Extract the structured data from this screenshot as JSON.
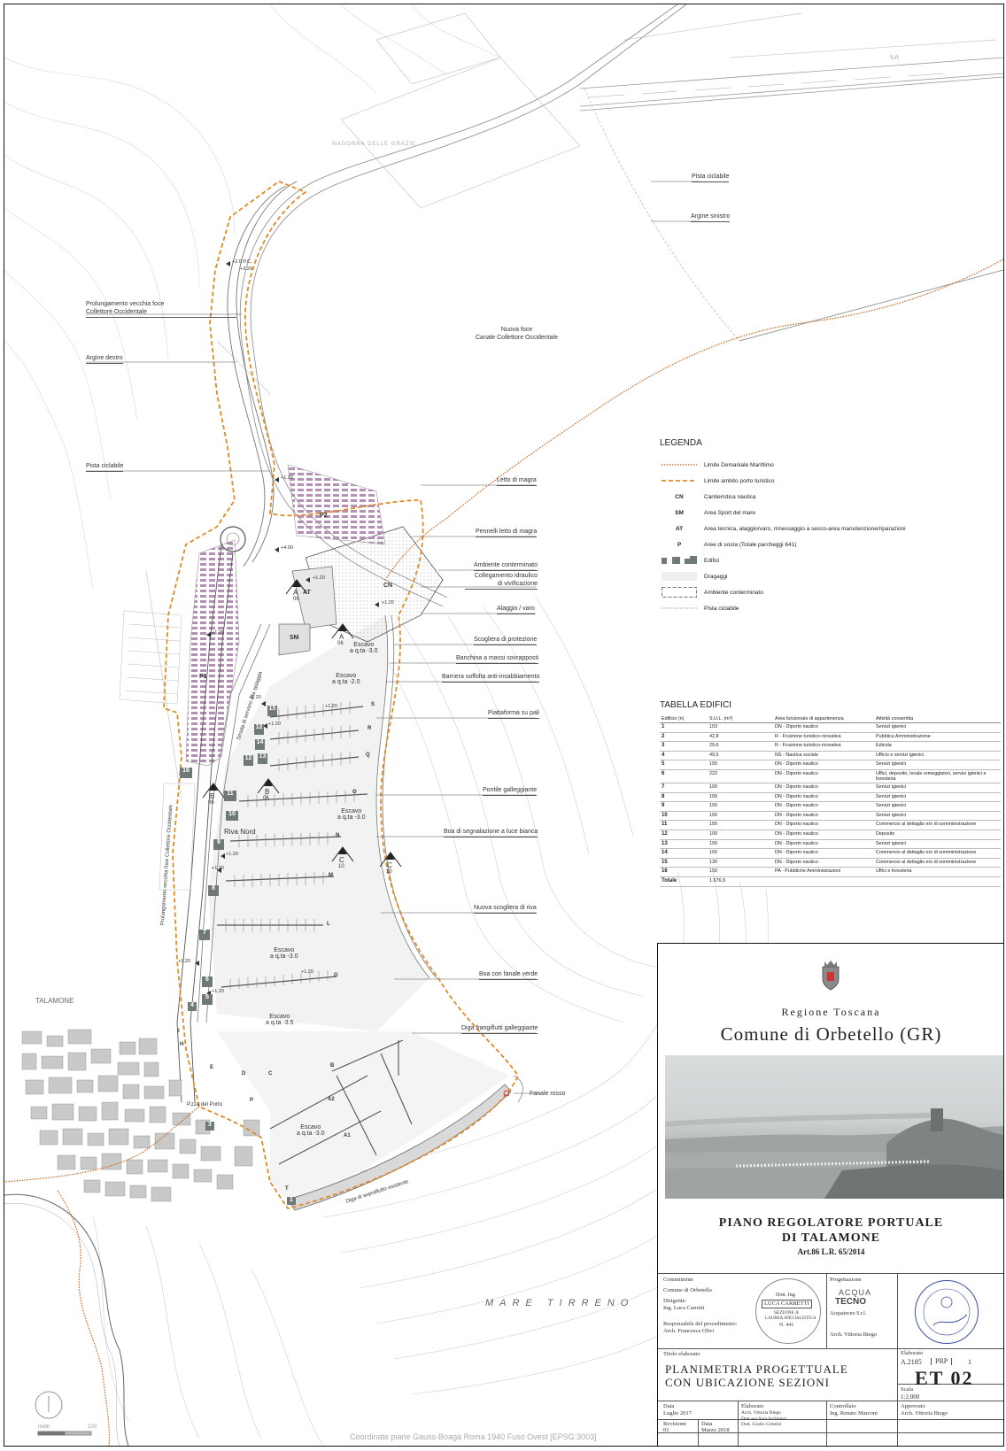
{
  "map": {
    "title": "Planimetria progettuale con ubicazione sezioni",
    "sea_label": "MARE TIRRENO",
    "place_label": "TALAMONE",
    "coordinates_note": "Coordinate piane Gauss-Boaga Roma 1940 Fuso Ovest [EPSG:3003]",
    "scale_bar": {
      "unit": "metri",
      "end": "100"
    },
    "road_labels": [
      "S.P.",
      "MADONNA DELLE GRAZIE",
      "P.zza del Porto",
      "Riva Nord",
      "Strada di servizio alla spiaggia",
      "Prolungamento vecchia foce Collettore Occidentale",
      "Diga di sopraflutto esistente"
    ],
    "left_callouts": [
      {
        "name": "prolungamento",
        "text": "Prolungamento vecchia foce\nCollettore Occidentale"
      },
      {
        "name": "argine-destro",
        "text": "Argine destro"
      },
      {
        "name": "pista-ciclabile-left",
        "text": "Pista ciclabile"
      }
    ],
    "top_callouts": [
      {
        "name": "pista-ciclabile-top",
        "text": "Pista ciclabile"
      },
      {
        "name": "argine-sinistro",
        "text": "Argine sinistro"
      },
      {
        "name": "nuova-foce",
        "text": "Nuova foce\nCanale Collettore Occidentale"
      }
    ],
    "right_callouts": [
      {
        "name": "letto-di-magra",
        "text": "Letto di magra"
      },
      {
        "name": "pennelli",
        "text": "Pennelli letto di magra"
      },
      {
        "name": "ambiente-contaminato",
        "text": "Ambiente conterminato"
      },
      {
        "name": "collegamento",
        "text": "Collegamento idraulico\ndi vivificazione"
      },
      {
        "name": "alaggio",
        "text": "Alaggio / varo"
      },
      {
        "name": "scogliera-protezione",
        "text": "Scogliera di protezione"
      },
      {
        "name": "banchina",
        "text": "Banchina a massi sovrapposti"
      },
      {
        "name": "barriera",
        "text": "Barriera soffolta anti-insabbiamento"
      },
      {
        "name": "piattaforma",
        "text": "Piattaforma su pali"
      },
      {
        "name": "pontile",
        "text": "Pontile galleggiante"
      },
      {
        "name": "boa-bianca",
        "text": "Boa di segnalazione a luce bianca"
      },
      {
        "name": "nuova-scogliera",
        "text": "Nuova scogliera di riva"
      },
      {
        "name": "boa-verde",
        "text": "Boa con fanale verde"
      },
      {
        "name": "diga-frangiflutti",
        "text": "Diga frangiflutti galleggiante"
      },
      {
        "name": "fanale-rosso",
        "text": "Fanale rosso"
      }
    ],
    "area_labels": [
      "P1",
      "P2",
      "AT",
      "SM",
      "CN"
    ],
    "escavo_labels": [
      "Escavo\na q.ta -2.0",
      "Escavo\na q.ta -3.0",
      "Escavo\na q.ta -3.0",
      "Escavo\na q.ta -3.0",
      "Escavo\na q.ta -3.5",
      "Escavo\na q.ta -3.0"
    ],
    "pontile_letters": [
      "S",
      "R",
      "Q",
      "O",
      "N",
      "M",
      "L",
      "G",
      "B",
      "A2",
      "A1",
      "C",
      "D",
      "E",
      "H",
      "I",
      "P",
      "T"
    ],
    "section_markers": [
      {
        "letter": "A",
        "sheet": "06"
      },
      {
        "letter": "A",
        "sheet": "06"
      },
      {
        "letter": "B",
        "sheet": "06"
      },
      {
        "letter": "B",
        "sheet": "06"
      },
      {
        "letter": "C",
        "sheet": "10"
      },
      {
        "letter": "C",
        "sheet": "10"
      }
    ],
    "elevations": [
      "+2.0 P.C.",
      "+3.20",
      "+1.20",
      "+4.00",
      "+1.20",
      "+1.20",
      "+1.75",
      "+1.20",
      "+1.20",
      "+1.20",
      "+1.20",
      "+1.20",
      "+1.20",
      "+1.20",
      "+1.20"
    ],
    "colors": {
      "limit_demaniale": "#c8641e",
      "limit_ambito": "#e38a28",
      "building": "#6f7a76",
      "parking": "#b48fb6",
      "dredge": "#f0f0f0"
    }
  },
  "legend": {
    "title": "LEGENDA",
    "items": [
      {
        "code": "",
        "label": "Limite Demaniale Marittimo"
      },
      {
        "code": "",
        "label": "Limite ambito porto turistico"
      },
      {
        "code": "CN",
        "label": "Cantieristica nautica"
      },
      {
        "code": "SM",
        "label": "Area Sport del mare"
      },
      {
        "code": "AT",
        "label": "Area tecnica, alaggio/varo, rimessaggio a secco-area manutenzione/riparazioni"
      },
      {
        "code": "P",
        "label": "Aree di sosta (Totale parcheggi 641)"
      },
      {
        "code": "",
        "label": "Edifici"
      },
      {
        "code": "",
        "label": "Dragaggi"
      },
      {
        "code": "",
        "label": "Ambiente conterminato"
      },
      {
        "code": "",
        "label": "Pista ciclabile"
      }
    ]
  },
  "table": {
    "title": "TABELLA EDIFICI",
    "headers": [
      "Edificio (n)",
      "S.U.L. (m²)",
      "Area funzionale di appartenenza",
      "Attività consentita"
    ],
    "rows": [
      [
        "1",
        "103",
        "DN - Diporto nautico",
        "Servizi igienici"
      ],
      [
        "2",
        "42,8",
        "R - Fruizione turistico-ricreativa",
        "Pubblica Amministrazione"
      ],
      [
        "3",
        "29,6",
        "R - Fruizione turistico-ricreativa",
        "Edicola"
      ],
      [
        "4",
        "49,5",
        "NS - Nautica sociale",
        "Ufficio e servizi igienici"
      ],
      [
        "5",
        "100",
        "DN - Diporto nautico",
        "Servizi igienici"
      ],
      [
        "6",
        "222",
        "DN - Diporto nautico",
        "Uffici, deposito, locale ormeggiatori, servizi igienici e foresteria"
      ],
      [
        "7",
        "100",
        "DN - Diporto nautico",
        "Servizi igienici"
      ],
      [
        "8",
        "100",
        "DN - Diporto nautico",
        "Servizi igienici"
      ],
      [
        "9",
        "100",
        "DN - Diporto nautico",
        "Servizi igienici"
      ],
      [
        "10",
        "100",
        "DN - Diporto nautico",
        "Servizi igienici"
      ],
      [
        "11",
        "150",
        "DN - Diporto nautico",
        "Commercio al dettaglio e/o di somministrazione"
      ],
      [
        "12",
        "100",
        "DN - Diporto nautico",
        "Deposito"
      ],
      [
        "13",
        "100",
        "DN - Diporto nautico",
        "Servizi igienici"
      ],
      [
        "14",
        "100",
        "DN - Diporto nautico",
        "Commercio al dettaglio e/o di somministrazione"
      ],
      [
        "15",
        "130",
        "DN - Diporto nautico",
        "Commercio al dettaglio e/o di somministrazione"
      ],
      [
        "16",
        "150",
        "PA - Pubbliche Amministrazioni",
        "Uffici e foresteria"
      ],
      [
        "Totale",
        "1.676,9",
        "",
        ""
      ]
    ]
  },
  "titleblock": {
    "region": "Regione Toscana",
    "comune": "Comune di Orbetello (GR)",
    "plan_line1": "PIANO REGOLATORE PORTUALE",
    "plan_line2": "DI TALAMONE",
    "plan_law": "Art.86 L.R. 65/2014",
    "committente_label": "Committente",
    "committente": "Comune di Orbetello",
    "dirigente_label": "Dirigente:",
    "dirigente": "Ing. Luca Carretti",
    "responsabile_label": "Responsabile del procedimento:",
    "responsabile": "Arch. Francesca Olivi",
    "progettazione_label": "Progettazione",
    "firm_line1": "ACQUA",
    "firm_line2": "TECNO",
    "firm_name": "Acquatecno S.r.l.",
    "firm_arch": "Arch. Vittoria Biego",
    "stamp1": [
      "Dott. Ing.",
      "LUCA CARRETTI",
      "SEZIONE A",
      "LAUREA SPECIALISTICA",
      "N. 441"
    ],
    "titolo_label": "Titolo elaborato",
    "titolo_line1": "PLANIMETRIA PROGETTUALE",
    "titolo_line2": "CON UBICAZIONE SEZIONI",
    "elaborato_label": "Elaborato",
    "elaborato_code_a": "A.2185",
    "elaborato_code_b": "PRP",
    "elaborato_code_c": "1",
    "elaborato_id": "ET 02",
    "scala_label": "Scala",
    "scala": "1:2.000",
    "data_label": "Data",
    "data": "Luglio 2017",
    "elaborato2_label": "Elaborato",
    "elaborato2": "Arch. Vittoria Biego\nDott.ssa Sara Scrimieri\nDott. Giulio Crestini",
    "controllato_label": "Controllato",
    "controllato": "Ing. Renato Marconi",
    "approvato_label": "Approvato",
    "approvato": "Arch. Vittoria Biego",
    "revisione_label": "Revisione",
    "revisione": "01",
    "data2_label": "Data",
    "data2": "Marzo 2018"
  }
}
